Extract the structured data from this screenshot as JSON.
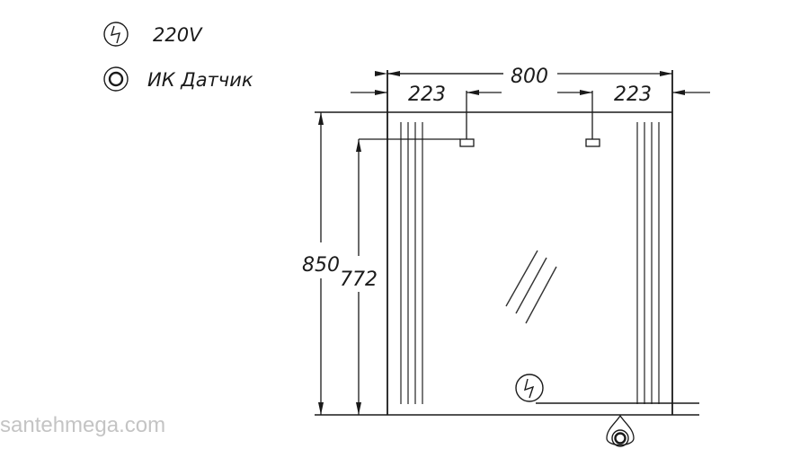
{
  "legend": {
    "items": [
      {
        "icon": "lightning-circle-icon",
        "label": "220V"
      },
      {
        "icon": "double-circle-icon",
        "label": "ИК Датчик"
      }
    ]
  },
  "dimensions": {
    "total_width": "800",
    "left_offset": "223",
    "right_offset": "223",
    "total_height": "850",
    "socket_height": "772"
  },
  "watermark": "santehmega.com",
  "colors": {
    "line": "#1a1a1a",
    "background": "#ffffff",
    "watermark": "#c4c4c4"
  }
}
